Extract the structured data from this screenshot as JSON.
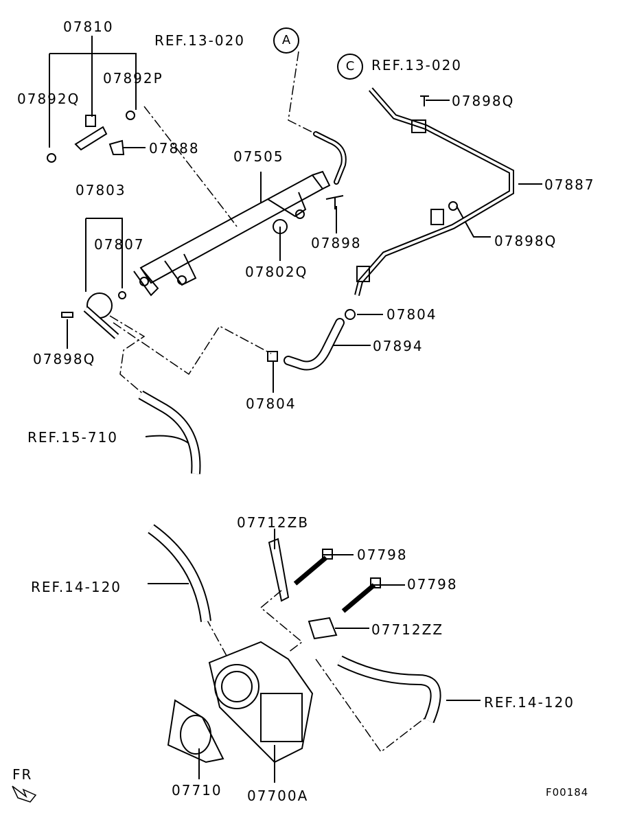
{
  "diagram": {
    "labels": {
      "p07810": "07810",
      "p07892P": "07892P",
      "p07892Q": "07892Q",
      "p07888": "07888",
      "p07505": "07505",
      "p07803": "07803",
      "p07807": "07807",
      "p07898a": "07898",
      "p07802Q": "07802Q",
      "p07898Q_top": "07898Q",
      "p07887": "07887",
      "p07898Q_right": "07898Q",
      "p07804_right": "07804",
      "p07894": "07894",
      "p07898Q_left": "07898Q",
      "p07804_mid": "07804",
      "p07712ZB": "07712ZB",
      "p07798_a": "07798",
      "p07798_b": "07798",
      "p07712ZZ": "07712ZZ",
      "p07710": "07710",
      "p07700A": "07700A"
    },
    "refs": {
      "refA": "REF.13-020",
      "circleA": "A",
      "refC": "REF.13-020",
      "circleC": "C",
      "ref15": "REF.15-710",
      "ref14_left": "REF.14-120",
      "ref14_right": "REF.14-120"
    },
    "front_indicator": "FR",
    "figure_code": "F00184"
  }
}
